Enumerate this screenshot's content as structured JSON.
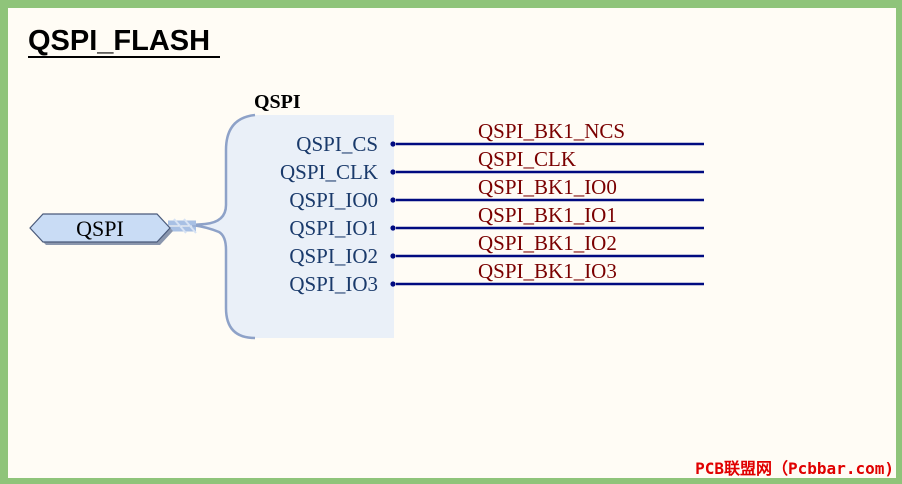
{
  "sheet": {
    "title": "QSPI_FLASH"
  },
  "harness": {
    "name": "QSPI",
    "pins": [
      "QSPI_CS",
      "QSPI_CLK",
      "QSPI_IO0",
      "QSPI_IO1",
      "QSPI_IO2",
      "QSPI_IO3"
    ]
  },
  "port": {
    "label": "QSPI"
  },
  "nets": [
    "QSPI_BK1_NCS",
    "QSPI_CLK",
    "QSPI_BK1_IO0",
    "QSPI_BK1_IO1",
    "QSPI_BK1_IO2",
    "QSPI_BK1_IO3"
  ],
  "watermark": "PCB联盟网（Pcbbar.com)",
  "colors": {
    "border": "#8fc47a",
    "sheet": "#fffcf5",
    "harness_fill": "#eaf0f8",
    "harness_stroke": "#8ea2c8",
    "pin_text": "#1a3a6b",
    "wire": "#000a80",
    "net_text": "#7a0000",
    "port_fill": "#c9dcf5",
    "port_stroke": "#4a5a7a",
    "watermark": "#e00000"
  }
}
